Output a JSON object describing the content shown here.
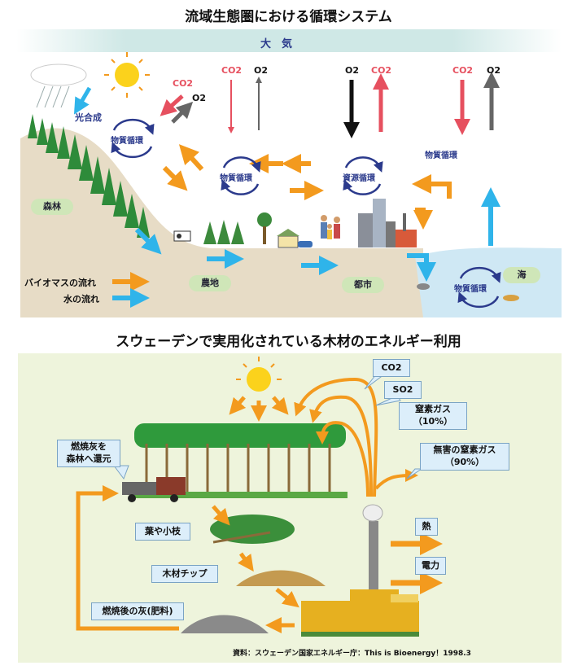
{
  "top": {
    "title": "流域生態圏における循環システム",
    "atmosphere": "大　気",
    "photosynthesis": "光合成",
    "cycles": [
      "物質循環",
      "物質循環",
      "資源循環",
      "物質循環",
      "物質循環"
    ],
    "gases": {
      "co2": "CO2",
      "o2": "O2"
    },
    "regions": {
      "forest": "森林",
      "farm": "農地",
      "city": "都市",
      "sea": "海"
    },
    "legend": {
      "biomass": "バイオマスの流れ",
      "water": "水の流れ"
    }
  },
  "bottom": {
    "title": "スウェーデンで実用化されている木材のエネルギー利用",
    "emissions": [
      {
        "label": "CO2"
      },
      {
        "label": "SO2"
      },
      {
        "label": "窒素ガス\n（10%）"
      },
      {
        "label": "無害の窒素ガス\n（90%）"
      }
    ],
    "ash_return": "燃焼灰を\n森林へ還元",
    "branches": "葉や小枝",
    "chips": "木材チップ",
    "ash_fertilizer": "燃焼後の灰(肥料)",
    "heat": "熱",
    "power": "電力",
    "source": "資料：スウェーデン国家エネルギー庁：This is Bioenergy！1998.3"
  },
  "colors": {
    "biomass": "#f39a1e",
    "water": "#2fb4ea",
    "cycle": "#2b3a8c",
    "co2": "#e6505f",
    "ground": "#e7dcc6",
    "sea": "#cfe8f4",
    "panel": "#eef4dc"
  }
}
